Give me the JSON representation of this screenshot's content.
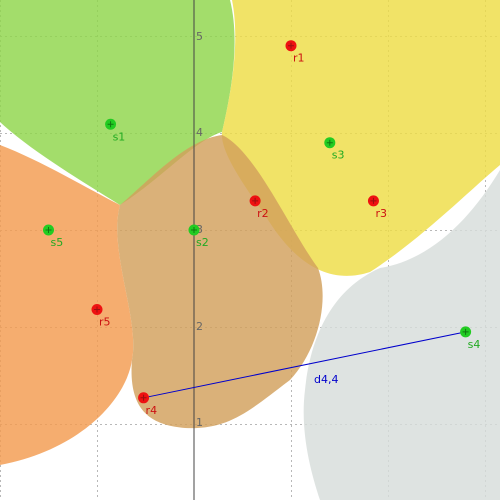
{
  "axes": {
    "y_tick_labels": [
      "1",
      "2",
      "3",
      "4",
      "5"
    ]
  },
  "regions": [
    {
      "name": "green-region",
      "color": "#8fd64a"
    },
    {
      "name": "yellow-region",
      "color": "#eedd45"
    },
    {
      "name": "orange-region",
      "color": "#f39b4f"
    },
    {
      "name": "tan-region",
      "color": "#d2a05c"
    },
    {
      "name": "gray-region",
      "color": "#d7ddda"
    }
  ],
  "sites": [
    {
      "label": "s1",
      "x": -0.86,
      "y": 4.09,
      "color": "#22cc22"
    },
    {
      "label": "s2",
      "x": 0.0,
      "y": 3.0,
      "color": "#22cc22"
    },
    {
      "label": "s3",
      "x": 1.4,
      "y": 3.9,
      "color": "#22cc22"
    },
    {
      "label": "s4",
      "x": 2.8,
      "y": 1.95,
      "color": "#22cc22"
    },
    {
      "label": "s5",
      "x": -1.5,
      "y": 3.0,
      "color": "#22cc22"
    }
  ],
  "robots": [
    {
      "label": "r1",
      "x": 1.0,
      "y": 4.9,
      "color": "#ee1111"
    },
    {
      "label": "r2",
      "x": 0.63,
      "y": 3.3,
      "color": "#ee1111"
    },
    {
      "label": "r3",
      "x": 1.85,
      "y": 3.3,
      "color": "#ee1111"
    },
    {
      "label": "r4",
      "x": -0.52,
      "y": 1.27,
      "color": "#ee1111"
    },
    {
      "label": "r5",
      "x": -1.0,
      "y": 2.18,
      "color": "#ee1111"
    }
  ],
  "distance_segment": {
    "from": "r4",
    "to": "s4",
    "label": "d4,4",
    "color": "#0000cc"
  }
}
